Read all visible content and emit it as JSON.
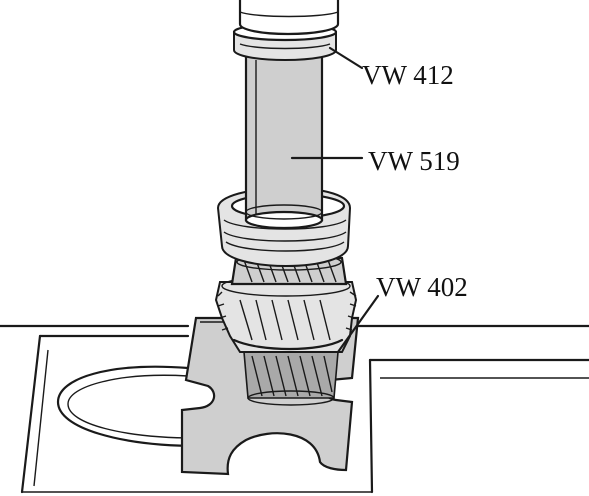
{
  "labels": {
    "tool_412": "VW 412",
    "tool_519": "VW 519",
    "tool_402": "VW 402"
  },
  "colors": {
    "line": "#1a1a1a",
    "part_fill": "#cfcfcf",
    "highlight_fill": "#e4e4e4",
    "background": "#ffffff"
  }
}
